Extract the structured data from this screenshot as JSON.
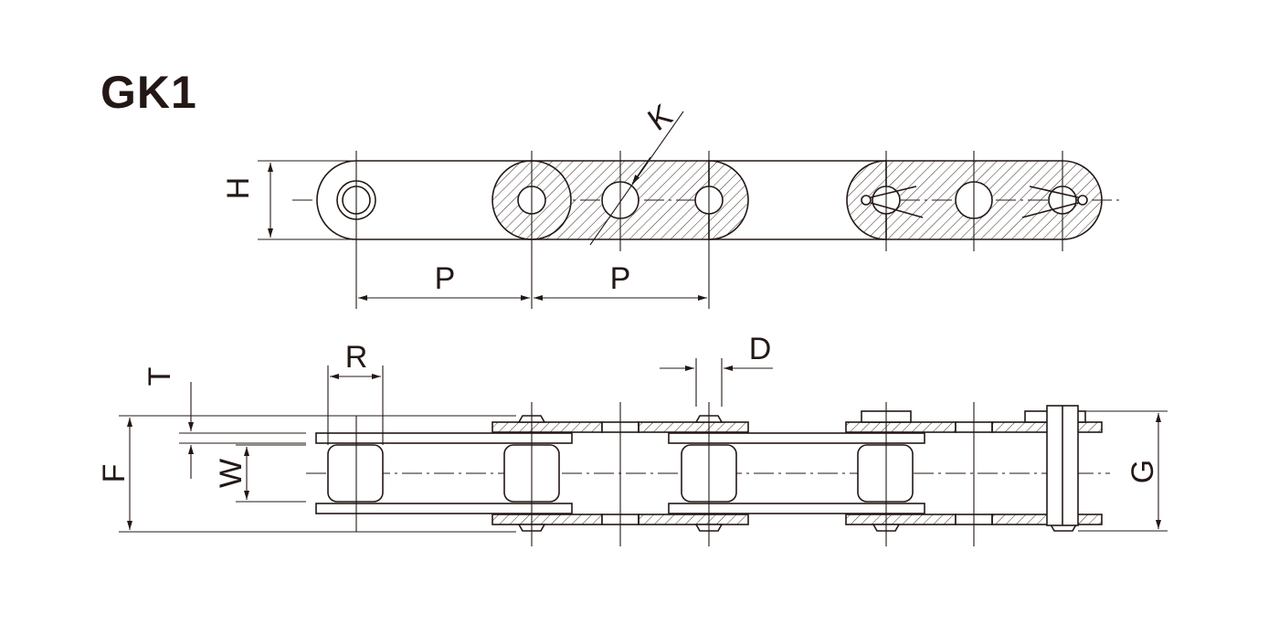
{
  "title": "GK1",
  "labels": {
    "pitch_1": "P",
    "pitch_2": "P",
    "height": "H",
    "hole": "K",
    "roller": "R",
    "thickness": "T",
    "inner_width": "W",
    "overall_width": "F",
    "pin": "D",
    "attachment_width": "G"
  },
  "colors": {
    "line": "#231815",
    "background": "#ffffff"
  }
}
